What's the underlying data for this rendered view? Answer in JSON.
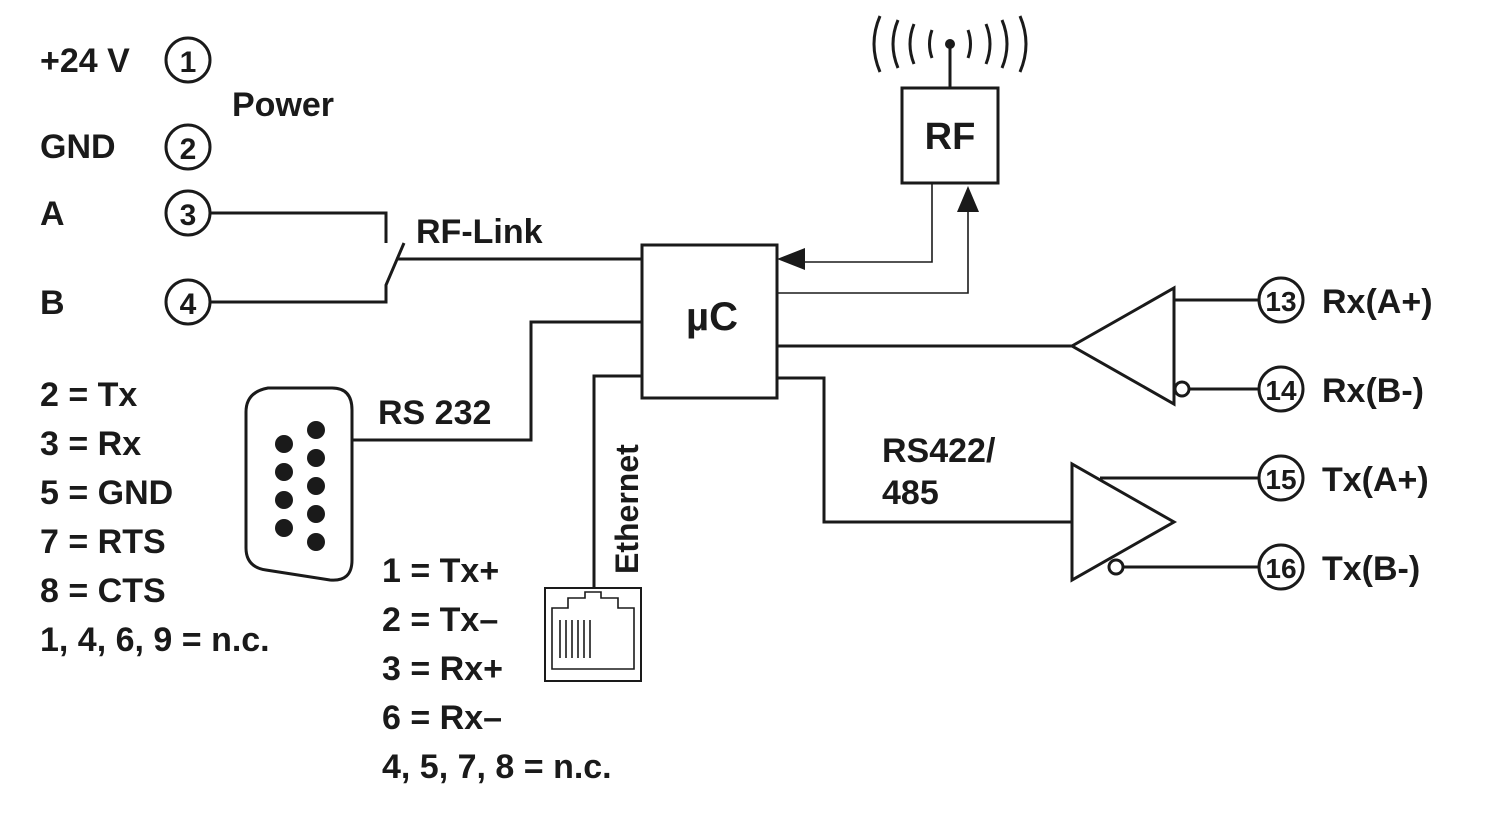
{
  "power": {
    "label": "Power",
    "terminals": [
      {
        "name": "+24 V",
        "num": "1"
      },
      {
        "name": "GND",
        "num": "2"
      }
    ]
  },
  "rf_link": {
    "label": "RF-Link",
    "terminals": [
      {
        "name": "A",
        "num": "3"
      },
      {
        "name": "B",
        "num": "4"
      }
    ]
  },
  "rf_module": {
    "label": "RF"
  },
  "microcontroller": {
    "label": "µC"
  },
  "rs232": {
    "label": "RS 232",
    "pinout": [
      "2 = Tx",
      "3 = Rx",
      "5 = GND",
      "7 = RTS",
      "8 = CTS",
      "1, 4, 6, 9 = n.c."
    ]
  },
  "ethernet": {
    "label": "Ethernet",
    "pinout": [
      "1 = Tx+",
      "2 = Tx–",
      "3 = Rx+",
      "6 = Rx–",
      "4, 5, 7, 8 = n.c."
    ]
  },
  "rs485": {
    "label_line1": "RS422/",
    "label_line2": "485",
    "terminals": [
      {
        "num": "13",
        "name": "Rx(A+)"
      },
      {
        "num": "14",
        "name": "Rx(B-)"
      },
      {
        "num": "15",
        "name": "Tx(A+)"
      },
      {
        "num": "16",
        "name": "Tx(B-)"
      }
    ]
  }
}
